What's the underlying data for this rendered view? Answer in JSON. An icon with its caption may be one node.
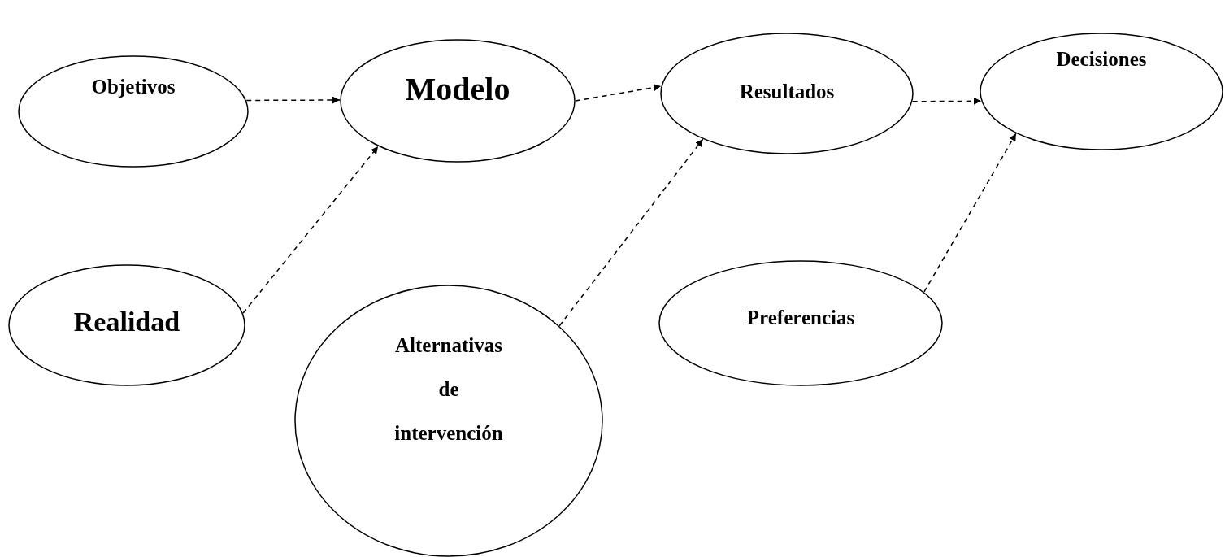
{
  "diagram": {
    "nodes": [
      {
        "text": [
          "Objetivos"
        ]
      },
      {
        "text": [
          "Modelo"
        ]
      },
      {
        "text": [
          "Resultados"
        ]
      },
      {
        "text": [
          "Decisiones"
        ]
      },
      {
        "text": [
          "Realidad"
        ]
      },
      {
        "text": [
          "Alternativas de intervención"
        ]
      },
      {
        "text": [
          "Preferencias"
        ]
      }
    ],
    "edges": [
      {
        "from": 0,
        "to": 1,
        "arrow": "to",
        "style": "dashed"
      },
      {
        "from": 1,
        "to": 2,
        "arrow": "to",
        "style": "dashed"
      },
      {
        "from": 2,
        "to": 3,
        "arrow": "to",
        "style": "dashed"
      },
      {
        "from": 4,
        "to": 1,
        "arrow": "to",
        "style": "dashed"
      },
      {
        "from": 5,
        "to": 2,
        "arrow": "to",
        "style": "dashed"
      },
      {
        "from": 6,
        "to": 3,
        "arrow": "to",
        "style": "dashed"
      }
    ]
  }
}
